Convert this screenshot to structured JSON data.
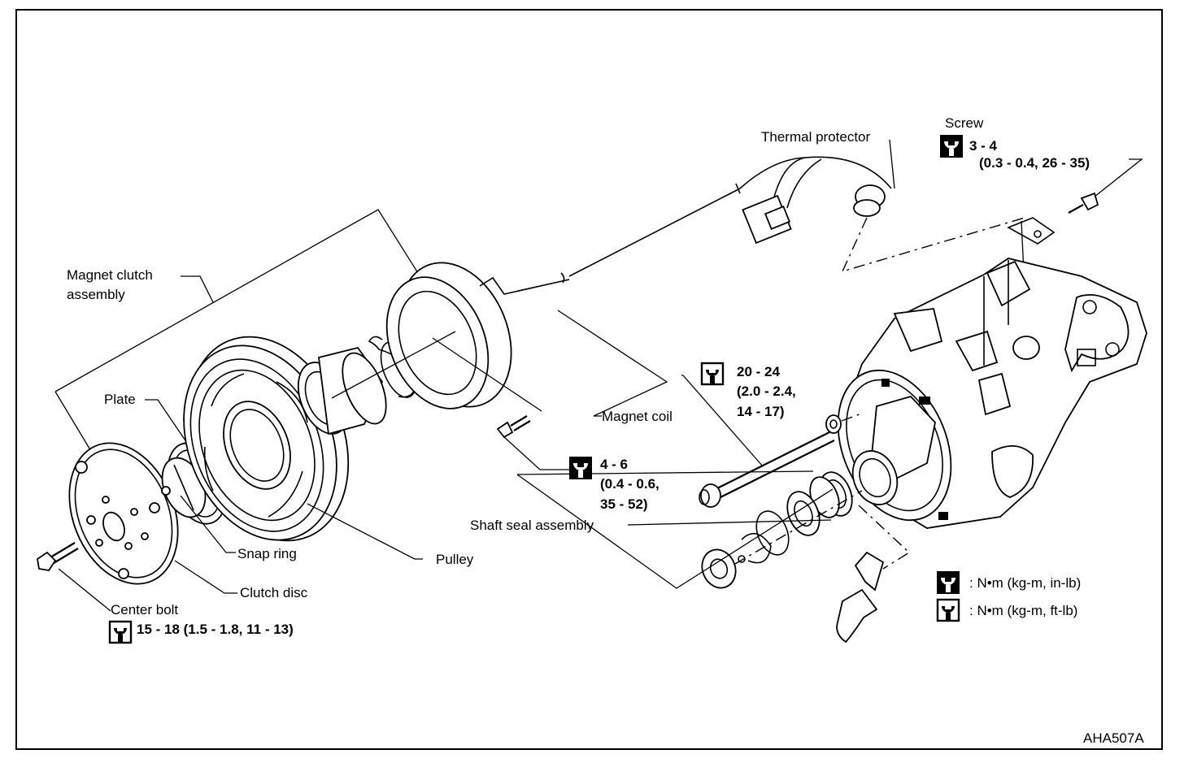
{
  "labels": {
    "thermal_protector": "Thermal protector",
    "screw": "Screw",
    "screw_torque_1": "3 - 4",
    "screw_torque_2": "(0.3 - 0.4, 26 - 35)",
    "magnet_clutch_1": "Magnet clutch",
    "magnet_clutch_2": "assembly",
    "plate": "Plate",
    "magnet_coil": "Magnet coil",
    "bolt_torque_1": "20 - 24",
    "bolt_torque_2": "(2.0 - 2.4,",
    "bolt_torque_3": "14 - 17)",
    "coil_torque_1": "4 - 6",
    "coil_torque_2": "(0.4 - 0.6,",
    "coil_torque_3": "35 - 52)",
    "shaft_seal": "Shaft seal assembly",
    "snap_ring": "Snap ring",
    "pulley": "Pulley",
    "clutch_disc": "Clutch disc",
    "center_bolt": "Center bolt",
    "center_bolt_torque": "15 - 18 (1.5 - 1.8, 11 - 13)",
    "legend_inlb": ":  N•m (kg-m, in-lb)",
    "legend_ftlb": ":  N•m (kg-m, ft-lb)",
    "figure_code": "AHA507A"
  },
  "icons": {
    "torque_inlb": "torque-wrench-filled-icon",
    "torque_ftlb": "torque-wrench-outline-icon"
  }
}
